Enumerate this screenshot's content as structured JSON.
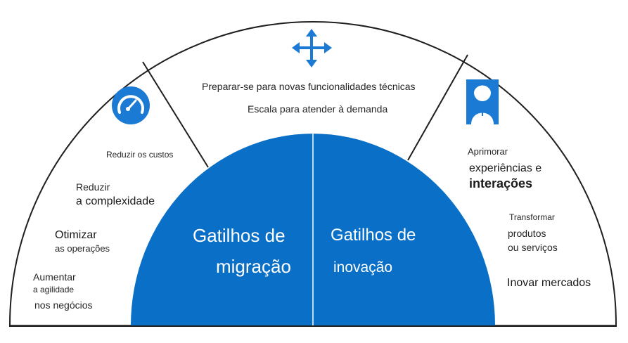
{
  "top_section": {
    "items": [
      "Preparar-se para novas funcionalidades técnicas",
      "Escala para atender à demanda"
    ]
  },
  "left_section": {
    "items": [
      "Reduzir os custos",
      "Reduzir",
      "a complexidade",
      "Otimizar",
      "as operações",
      "Aumentar",
      "a agilidade",
      "nos negócios"
    ]
  },
  "right_section": {
    "items": [
      "Aprimorar",
      "experiências e",
      "interações",
      "Transformar",
      "produtos",
      "ou serviços",
      "Inovar mercados"
    ]
  },
  "center": {
    "migration": [
      "Gatilhos de",
      "migração"
    ],
    "innovation": [
      "Gatilhos de",
      "inovação"
    ]
  },
  "icons": [
    "speedometer-icon",
    "move-arrows-icon",
    "support-person-icon"
  ],
  "colors": {
    "accent": "#0a6fc6",
    "icon": "#1a7ad4",
    "line": "#1f1f1f"
  }
}
